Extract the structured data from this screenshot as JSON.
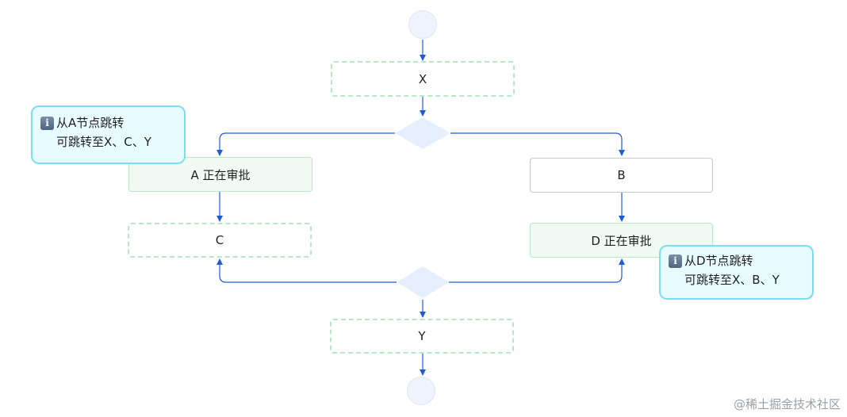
{
  "nodes": {
    "x": "X",
    "a": "A 正在审批",
    "b": "B",
    "c": "C",
    "d": "D 正在审批",
    "y": "Y"
  },
  "tips": {
    "a": {
      "icon": "info-icon",
      "line1": "从A节点跳转",
      "line2": "可跳转至X、C、Y"
    },
    "d": {
      "icon": "info-icon",
      "line1": "从D节点跳转",
      "line2": "可跳转至X、B、Y"
    }
  },
  "watermark": "@稀土掘金技术社区",
  "colors": {
    "edge": "#1f5bd6",
    "gateway": "#e6effd",
    "approving_fill": "#f2fbf3",
    "dashed_border": "#b9e8c6",
    "tip_border": "#7fdcef",
    "tip_fill": "#e8fcff"
  }
}
